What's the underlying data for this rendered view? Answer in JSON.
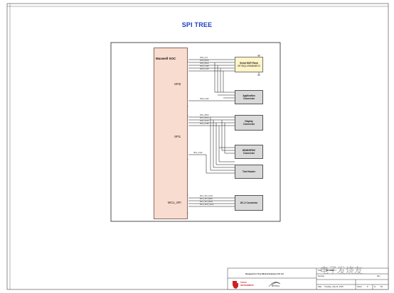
{
  "title": "SPI TREE",
  "soc": {
    "name": "Maxwell SOC"
  },
  "ports": [
    "SPI0",
    "SPI1",
    "MCU_SPI"
  ],
  "blocks": {
    "flash_line1": "Serial NOR Flash",
    "flash_line2": "MT25QL128ABA8E12",
    "app_line1": "Application",
    "app_line2": "Connector",
    "disp_line1": "Display",
    "disp_line2": "Connector",
    "hdmi_line1": "HDMI/SPMC",
    "hdmi_line2": "Connector",
    "test_line1": "Test Header",
    "i2c_line1": "I2C-2 Connector"
  },
  "signals": {
    "spi0_clk": "SPI0_CLK",
    "spi0_d0": "SPI0_MOSI",
    "spi0_d1": "SPI0_MISO",
    "spi0_cs0": "SPI0_CS0#",
    "spi0_cs1": "SPI0_CS1#",
    "spi1_d0": "SPI1_MISO",
    "spi1_d1": "SPI1_MOSI",
    "spi1_clk": "SPI1_SCLK",
    "spi1_cs0": "SPI1_CS0#",
    "spi1_cs1": "SPI1_CS1#",
    "mcu_clk": "MCU_SPI_CLK#",
    "mcu_d0": "MCU_SPI_MISO",
    "mcu_d1": "MCU_SPI_MOSI",
    "mcu_cs": "MCU_SPI1_SCLK"
  },
  "title_block": {
    "designed_for": "Designed for TI by Mistral Solutions Pvt Ltd",
    "company1": "TEXAS",
    "company2": "INSTRUMENTS",
    "partner": "MISTRAL",
    "field_title": "Title",
    "field_title_val": "SPI TREE",
    "field_num": "Number",
    "field_rev": "Rev",
    "field_date": "Date",
    "date_val": "Tuesday, July 24, 2018",
    "field_sheet": "Sheet",
    "sheet_val": "8",
    "of_label": "of",
    "sheet_total": "66"
  },
  "watermark": "电子发烧友",
  "colors": {
    "title": "#1f3fbf",
    "soc_fill": "#f9dcd0",
    "block_fill": "#d9d9d9",
    "flash_fill": "#fff5c8"
  }
}
